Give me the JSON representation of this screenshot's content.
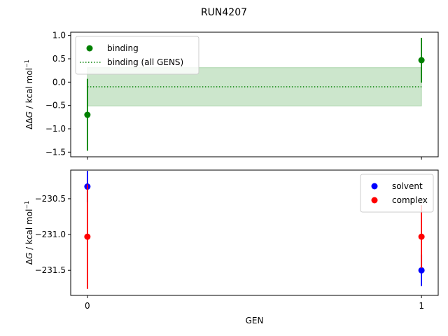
{
  "figure": {
    "suptitle": "RUN4207",
    "shared_xlabel": "GEN"
  },
  "colors": {
    "binding": "#008000",
    "binding_band": "#cce5cc",
    "solvent": "#0000ff",
    "complex": "#ff0000"
  },
  "chart_data": [
    {
      "type": "scatter",
      "panel": "top",
      "title": "",
      "xlabel": "",
      "ylabel_parts": [
        "ΔΔ",
        "G",
        " / kcal mol",
        "−1"
      ],
      "xlim": [
        -0.05,
        1.05
      ],
      "ylim": [
        -1.6,
        1.07
      ],
      "xticks": [
        0,
        1
      ],
      "xtick_labels_visible": false,
      "yticks": [
        -1.5,
        -1.0,
        -0.5,
        0.0,
        0.5,
        1.0
      ],
      "ytick_labels": [
        "−1.5",
        "−1.0",
        "−0.5",
        "0.0",
        "0.5",
        "1.0"
      ],
      "legend_position": "upper-left",
      "series": [
        {
          "name": "binding",
          "kind": "errorbar",
          "color": "#008000",
          "x": [
            0,
            1
          ],
          "y": [
            -0.7,
            0.47
          ],
          "yerr": [
            0.77,
            0.48
          ]
        },
        {
          "name": "binding (all GENS)",
          "kind": "hline-dotted-with-band",
          "color": "#008000",
          "x_range": [
            0,
            1
          ],
          "y": -0.1,
          "band": [
            -0.51,
            0.31
          ]
        }
      ]
    },
    {
      "type": "scatter",
      "panel": "bottom",
      "title": "",
      "xlabel": "GEN",
      "ylabel_parts": [
        "Δ",
        "G",
        " / kcal mol",
        "−1"
      ],
      "xlim": [
        -0.05,
        1.05
      ],
      "ylim": [
        -231.85,
        -230.1
      ],
      "xticks": [
        0,
        1
      ],
      "xtick_labels": [
        "0",
        "1"
      ],
      "yticks": [
        -231.5,
        -231.0,
        -230.5
      ],
      "ytick_labels": [
        "−231.5",
        "−231.0",
        "−230.5"
      ],
      "legend_position": "upper-right",
      "series": [
        {
          "name": "solvent",
          "kind": "errorbar",
          "color": "#0000ff",
          "x": [
            0,
            1
          ],
          "y": [
            -230.33,
            -231.5
          ],
          "yerr": [
            0.22,
            0.22
          ]
        },
        {
          "name": "complex",
          "kind": "errorbar",
          "color": "#ff0000",
          "x": [
            0,
            1
          ],
          "y": [
            -231.03,
            -231.03
          ],
          "yerr": [
            0.73,
            0.44
          ]
        }
      ]
    }
  ]
}
